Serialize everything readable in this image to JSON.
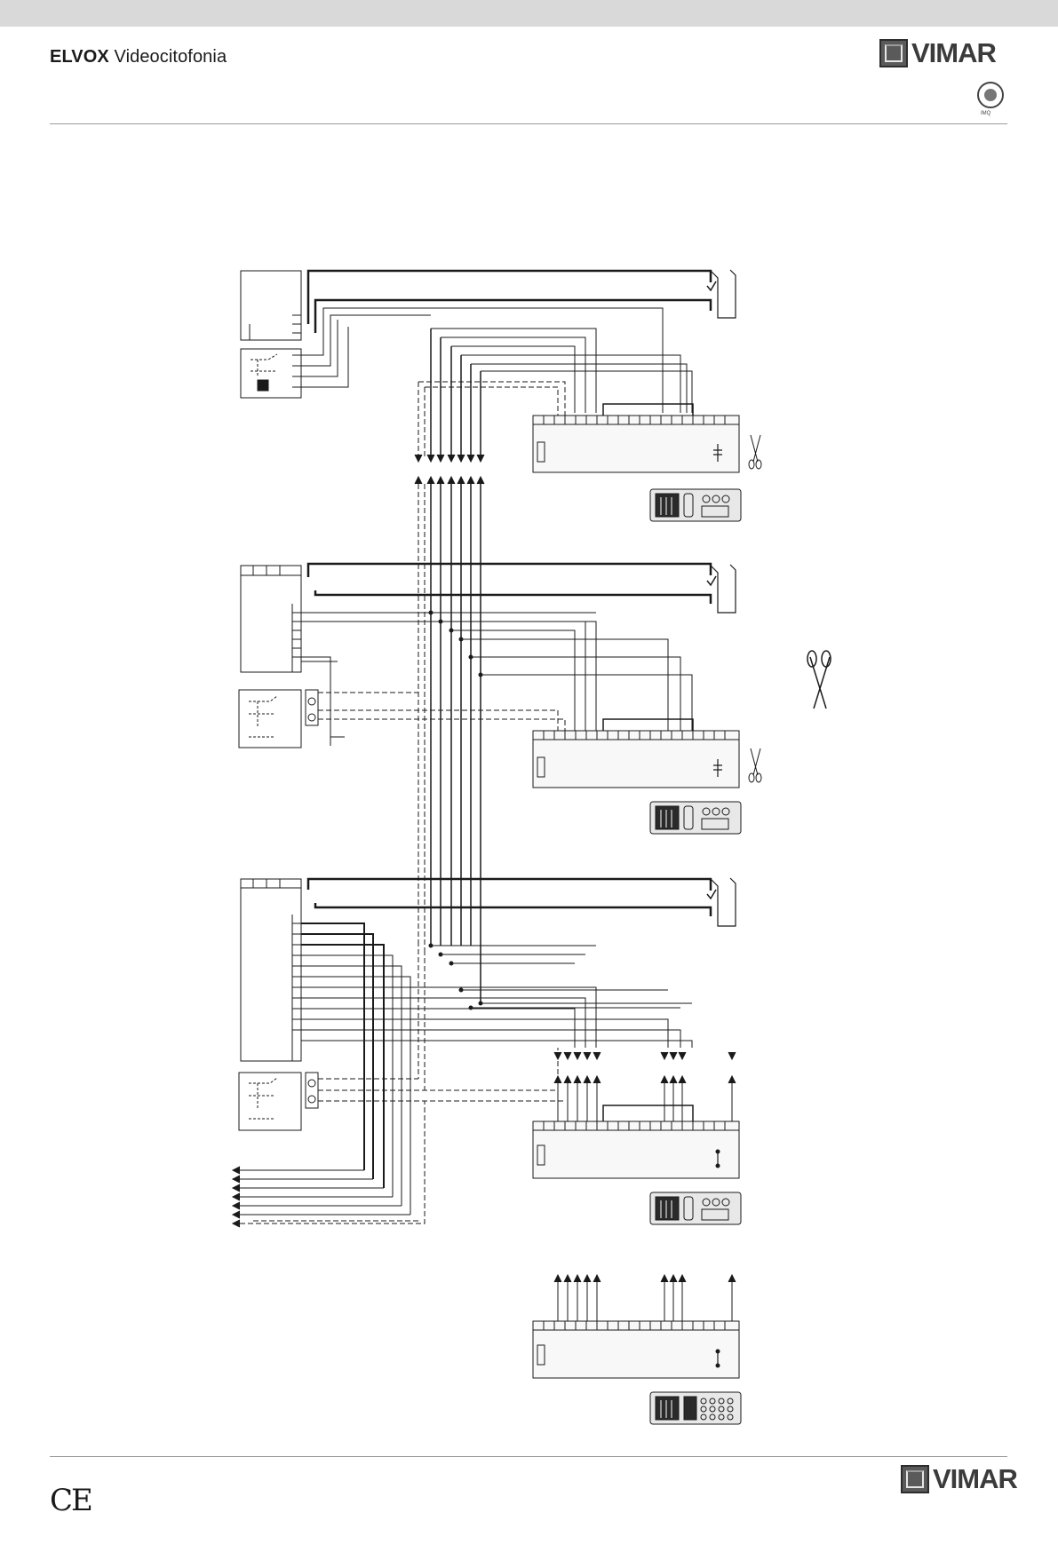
{
  "header": {
    "brand": "ELVOX",
    "product": "Videocitofonia"
  },
  "logo": {
    "text": "VIMAR"
  },
  "certification": {
    "caption": "IMQ"
  },
  "footer": {
    "ce_mark": "CE"
  },
  "colors": {
    "line": "#1a1a1a",
    "thin_line": "#444444",
    "device_fill": "#f2f2f2",
    "panel_dark": "#2a2a2a"
  },
  "diagram": {
    "sections": [
      {
        "name": "section-1",
        "components": [
          "power-supply",
          "relay-unit",
          "door-lock",
          "entrance-panel",
          "camera-unit"
        ]
      },
      {
        "name": "section-2",
        "components": [
          "power-supply",
          "video-distributor",
          "door-lock",
          "entrance-panel",
          "camera-unit",
          "cut-marker"
        ]
      },
      {
        "name": "section-3",
        "components": [
          "power-supply",
          "video-distributor",
          "door-lock",
          "entrance-panel",
          "camera-unit"
        ]
      },
      {
        "name": "section-4",
        "components": [
          "entrance-panel",
          "keypad-unit"
        ]
      }
    ]
  }
}
